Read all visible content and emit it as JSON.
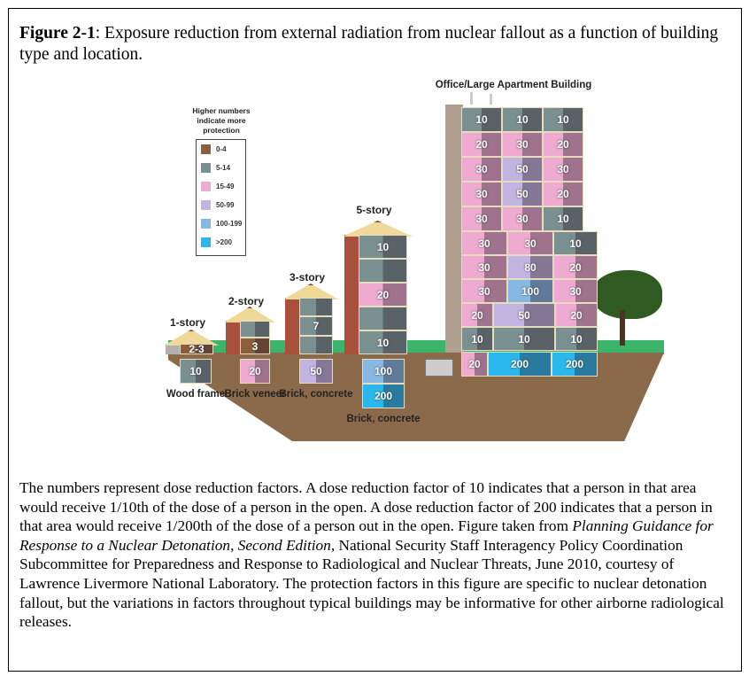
{
  "caption": {
    "label": "Figure 2-1",
    "text": ": Exposure reduction from external radiation from nuclear fallout as a function of building type and location."
  },
  "figure": {
    "legend": {
      "title": "Higher numbers indicate more protection",
      "items": [
        {
          "label": "0-4",
          "color": "#8b5e3c"
        },
        {
          "label": "5-14",
          "color": "#7a9090"
        },
        {
          "label": "15-49",
          "color": "#eeaad0"
        },
        {
          "label": "50-99",
          "color": "#c2b4e0"
        },
        {
          "label": "100-199",
          "color": "#86b8e4"
        },
        {
          "label": ">200",
          "color": "#2ab8ec"
        }
      ]
    },
    "office": {
      "title": "Office/Large Apartment Building",
      "tower_rows": [
        [
          "10",
          "10",
          "10"
        ],
        [
          "20",
          "30",
          "20"
        ],
        [
          "30",
          "50",
          "30"
        ],
        [
          "30",
          "50",
          "20"
        ],
        [
          "30",
          "30",
          "10"
        ]
      ],
      "lower_rows": [
        [
          "30",
          "30",
          "10"
        ],
        [
          "30",
          "80",
          "20"
        ],
        [
          "30",
          "100",
          "30"
        ],
        [
          "20",
          "50",
          "20"
        ],
        [
          "10",
          "10",
          "10"
        ]
      ],
      "basement": [
        "20",
        "200",
        "200"
      ]
    },
    "houses": [
      {
        "title": "1-story",
        "rooms": [
          "2-3"
        ],
        "basement": [
          "10"
        ],
        "type": "Wood frame"
      },
      {
        "title": "2-story",
        "rooms": [
          "",
          "3"
        ],
        "basement": [
          "20"
        ],
        "type": "Brick veneer"
      },
      {
        "title": "3-story",
        "rooms": [
          "",
          "7",
          ""
        ],
        "basement": [
          "50"
        ],
        "type": "Brick, concrete"
      },
      {
        "title": "5-story",
        "rooms": [
          "10",
          "",
          "20",
          "",
          "10"
        ],
        "basement": [
          "100",
          "200"
        ],
        "type": "Brick, concrete"
      }
    ]
  },
  "body": {
    "p1": "The numbers represent dose reduction factors. A dose reduction factor of 10 indicates that a person in that area would receive 1/10th of the dose of a person in the open. A dose reduction factor of 200 indicates that a person in that area would receive 1/200th of the dose of a person out in the open. Figure taken from ",
    "source_title": "Planning Guidance for Response to a Nuclear Detonation",
    "sep": ", ",
    "edition": "Second Edition",
    "p2": ", National Security Staff Interagency Policy Coordination Subcommittee for Preparedness and Response to Radiological and Nuclear Threats, June 2010, courtesy of Lawrence Livermore National Laboratory. The protection factors in this figure are specific to nuclear detonation fallout, but the variations in factors throughout typical buildings may be informative for other airborne radiological releases."
  }
}
